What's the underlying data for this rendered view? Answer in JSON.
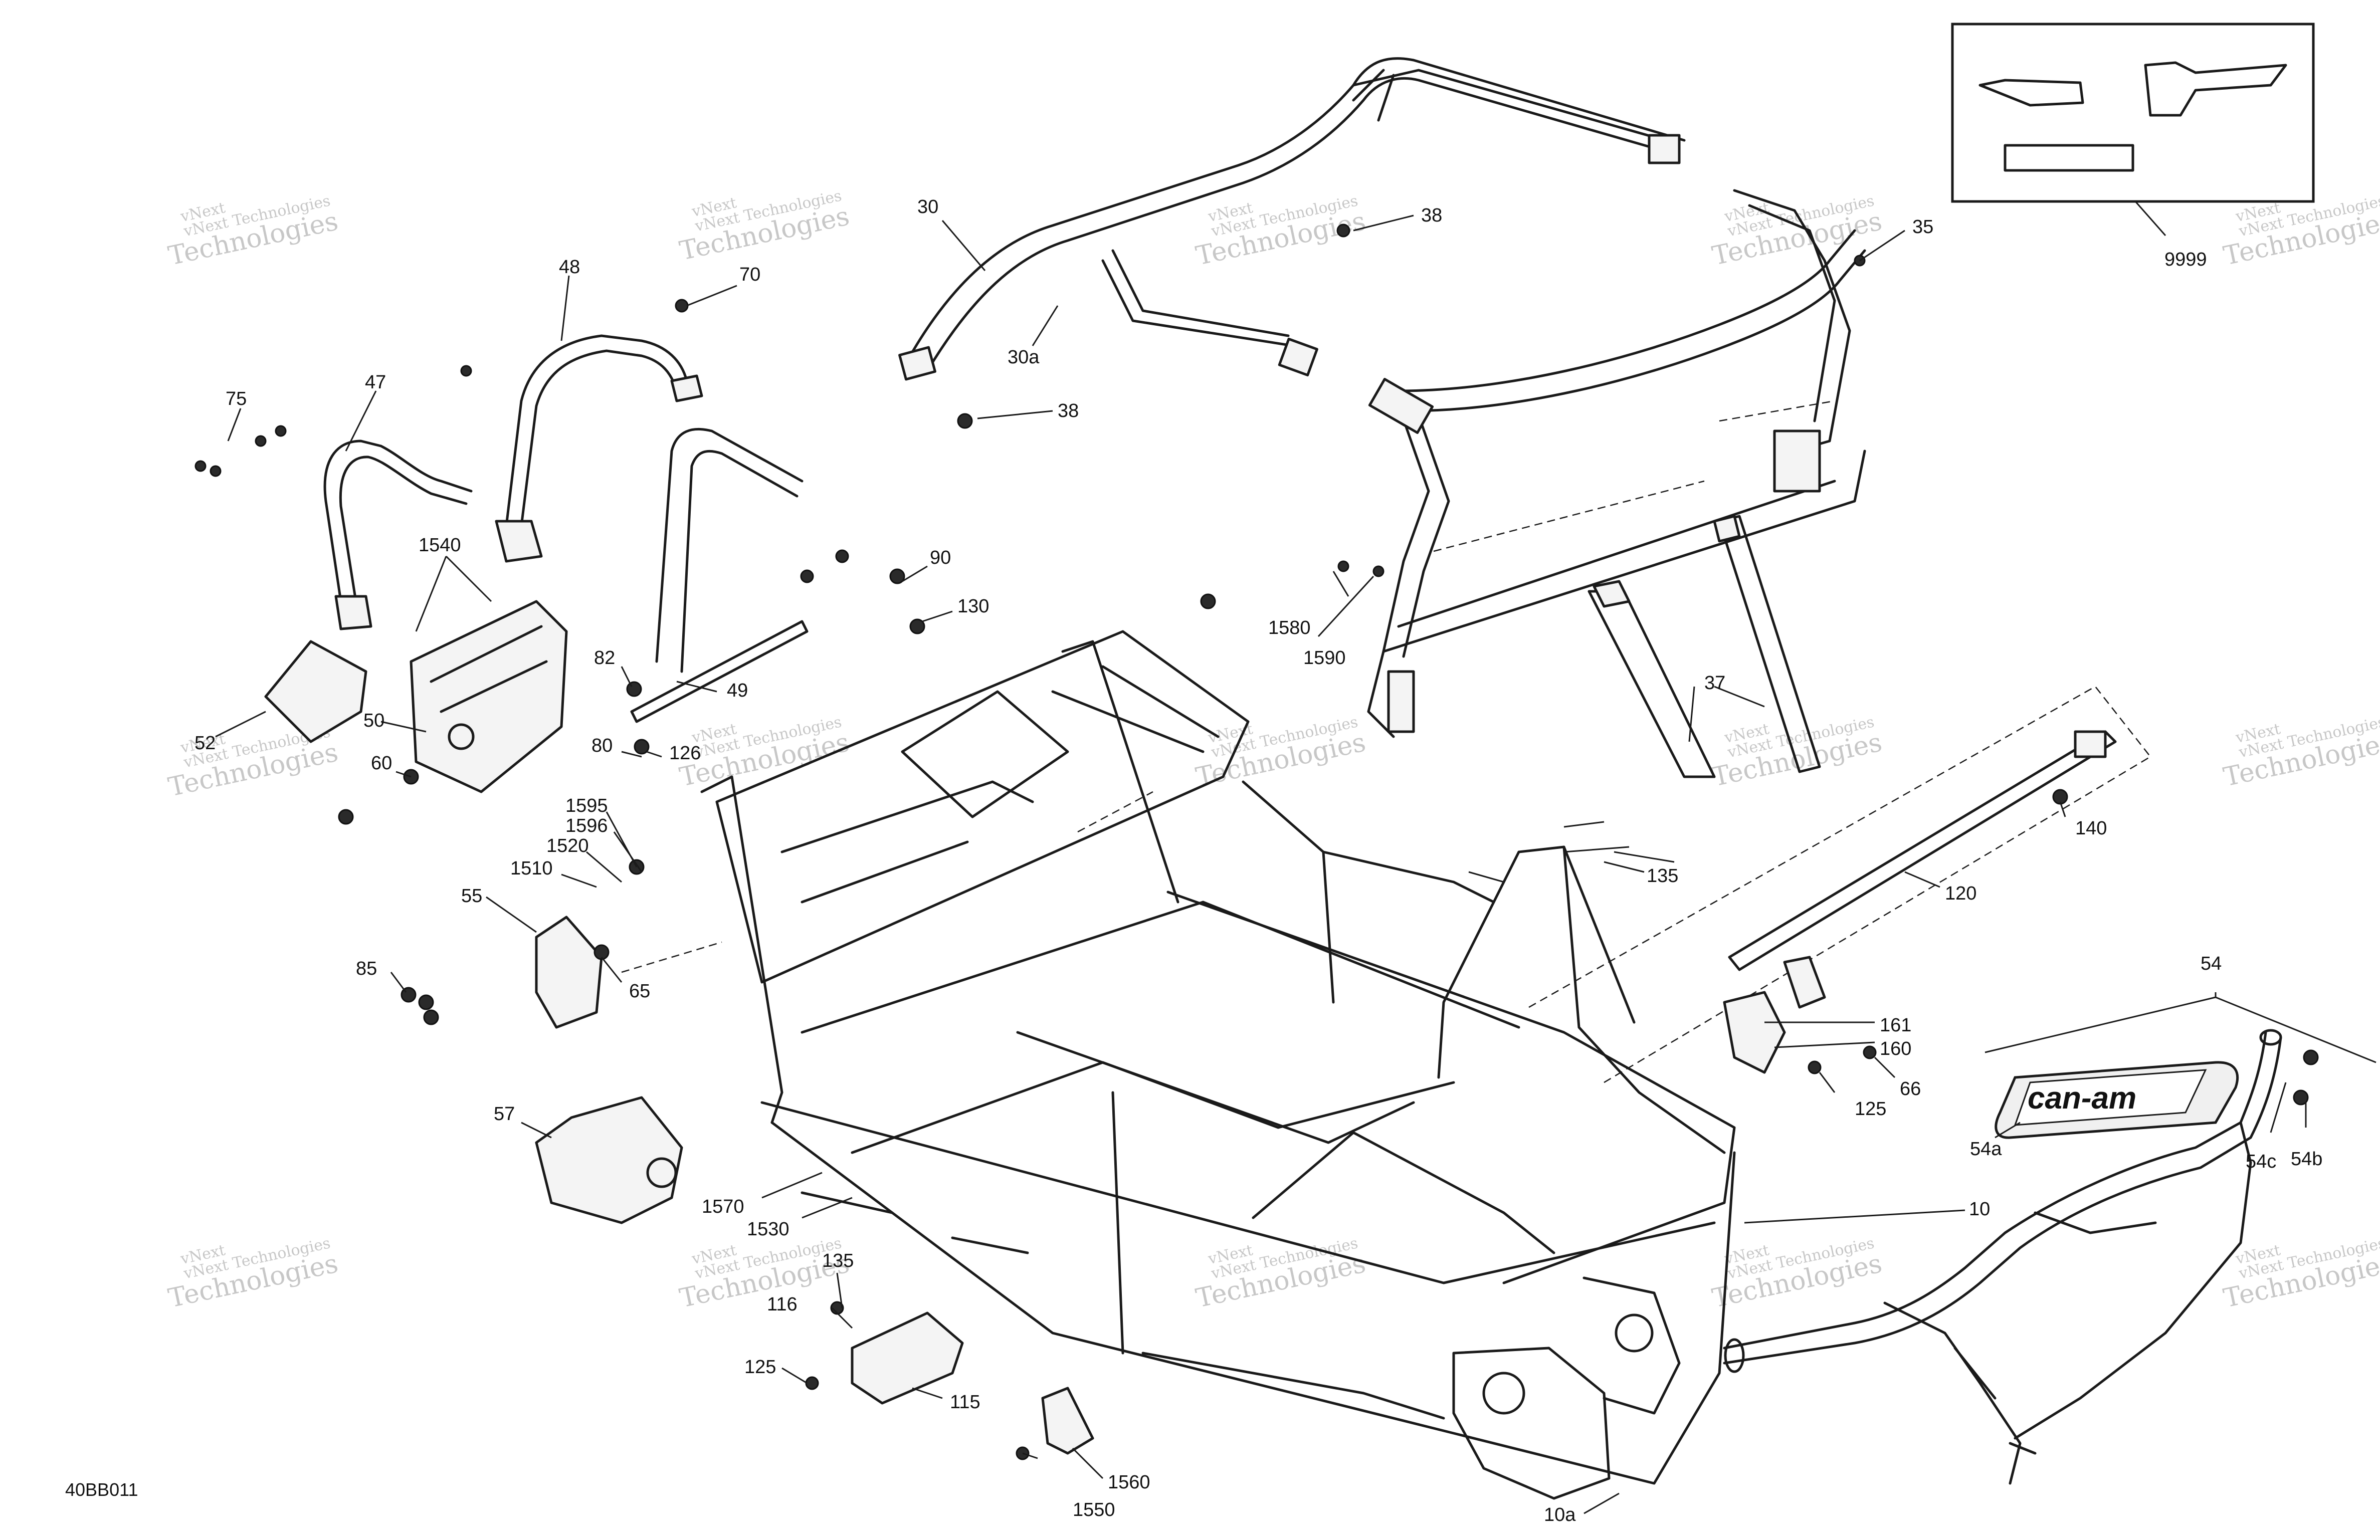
{
  "diagram": {
    "document_id": "40BB011",
    "watermark_line1": "vNext Technologies",
    "watermark_line2": "vNext",
    "watermark_line3": "Technologies",
    "logo_text": "can-am",
    "callouts": {
      "c30": "30",
      "c30a": "30a",
      "c38a": "38",
      "c38b": "38",
      "c35": "35",
      "c9999": "9999",
      "c48": "48",
      "c70": "70",
      "c47": "47",
      "c75": "75",
      "c1540": "1540",
      "c90": "90",
      "c130": "130",
      "c82": "82",
      "c49": "49",
      "c80": "80",
      "c126": "126",
      "c50": "50",
      "c52": "52",
      "c60": "60",
      "c1595": "1595",
      "c1596": "1596",
      "c1520": "1520",
      "c1510": "1510",
      "c55": "55",
      "c85": "85",
      "c65": "65",
      "c57": "57",
      "c1580": "1580",
      "c1590": "1590",
      "c37": "37",
      "c140": "140",
      "c135a": "135",
      "c120": "120",
      "c54": "54",
      "c161": "161",
      "c160": "160",
      "c66": "66",
      "c125a": "125",
      "c54a": "54a",
      "c54c": "54c",
      "c54b": "54b",
      "c10": "10",
      "c1570": "1570",
      "c1530": "1530",
      "c135b": "135",
      "c116": "116",
      "c125b": "125",
      "c115": "115",
      "c1560": "1560",
      "c1550": "1550",
      "c10a": "10a"
    }
  }
}
